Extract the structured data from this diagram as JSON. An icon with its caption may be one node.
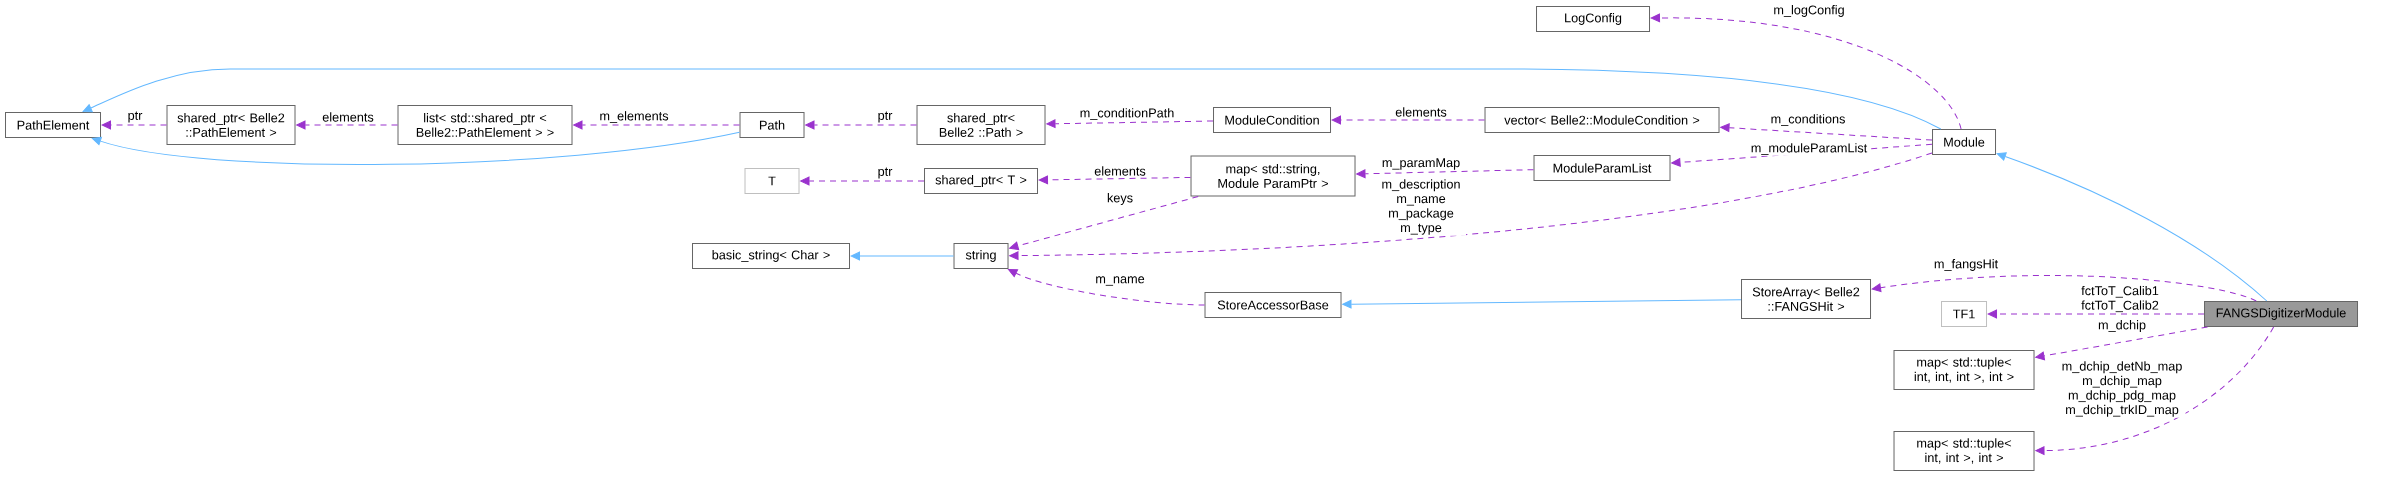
{
  "diagram": {
    "nodes": [
      {
        "text": [
          "PathElement"
        ]
      },
      {
        "text": [
          "shared_ptr< Belle2 ::PathElement >"
        ]
      },
      {
        "text": [
          "list< std::shared_ptr < Belle2::PathElement > >"
        ]
      },
      {
        "text": [
          "Path"
        ]
      },
      {
        "text": [
          "shared_ptr< Belle2 ::Path >"
        ]
      },
      {
        "text": [
          "ModuleCondition"
        ]
      },
      {
        "text": [
          "vector< Belle2::ModuleCondition >"
        ]
      },
      {
        "text": [
          "LogConfig"
        ]
      },
      {
        "text": [
          "Module"
        ]
      },
      {
        "text": [
          "T"
        ]
      },
      {
        "text": [
          "shared_ptr< T >"
        ]
      },
      {
        "text": [
          "map< std::string, Module ParamPtr >"
        ]
      },
      {
        "text": [
          "ModuleParamList"
        ]
      },
      {
        "text": [
          "basic_string< Char >"
        ]
      },
      {
        "text": [
          "string"
        ]
      },
      {
        "text": [
          "StoreAccessorBase"
        ]
      },
      {
        "text": [
          "StoreArray< Belle2 ::FANGSHit >"
        ]
      },
      {
        "text": [
          "TF1"
        ]
      },
      {
        "text": [
          "FANGSDigitizerModule"
        ]
      },
      {
        "text": [
          "map< std::tuple< int, int, int >, int >"
        ]
      },
      {
        "text": [
          "map< std::tuple< int, int >, int >"
        ]
      }
    ],
    "edges": [
      {
        "from": 3,
        "to": 0,
        "arrow": "to",
        "color": "#63b8ff"
      },
      {
        "from": 8,
        "to": 0,
        "arrow": "to",
        "color": "#63b8ff"
      },
      {
        "from": 1,
        "to": 0,
        "arrow": "to",
        "style": "dashed",
        "label": "ptr"
      },
      {
        "from": 2,
        "to": 1,
        "arrow": "to",
        "style": "dashed",
        "label": "elements"
      },
      {
        "from": 3,
        "to": 2,
        "arrow": "to",
        "style": "dashed",
        "label": "m_elements"
      },
      {
        "from": 4,
        "to": 3,
        "arrow": "to",
        "style": "dashed",
        "label": "ptr"
      },
      {
        "from": 5,
        "to": 4,
        "arrow": "to",
        "style": "dashed",
        "label": "m_conditionPath"
      },
      {
        "from": 6,
        "to": 5,
        "arrow": "to",
        "style": "dashed",
        "label": "elements"
      },
      {
        "from": 8,
        "to": 6,
        "arrow": "to",
        "style": "dashed",
        "label": "m_conditions"
      },
      {
        "from": 8,
        "to": 7,
        "arrow": "to",
        "style": "dashed",
        "label": "m_logConfig"
      },
      {
        "from": 10,
        "to": 9,
        "arrow": "to",
        "style": "dashed",
        "label": "ptr"
      },
      {
        "from": 11,
        "to": 10,
        "arrow": "to",
        "style": "dashed",
        "label": "elements"
      },
      {
        "from": 12,
        "to": 11,
        "arrow": "to",
        "style": "dashed",
        "label": "m_paramMap"
      },
      {
        "from": 8,
        "to": 12,
        "arrow": "to",
        "style": "dashed",
        "label": "m_moduleParamList"
      },
      {
        "from": 11,
        "to": 14,
        "arrow": "to",
        "style": "dashed",
        "label": "keys"
      },
      {
        "from": 8,
        "to": 14,
        "arrow": "to",
        "style": "dashed",
        "label": "m_description m_name m_package m_type"
      },
      {
        "from": 15,
        "to": 14,
        "arrow": "to",
        "style": "dashed",
        "label": "m_name"
      },
      {
        "from": 14,
        "to": 13,
        "arrow": "to",
        "color": "#63b8ff"
      },
      {
        "from": 16,
        "to": 15,
        "arrow": "to",
        "color": "#63b8ff"
      },
      {
        "from": 18,
        "to": 8,
        "arrow": "to",
        "color": "#63b8ff"
      },
      {
        "from": 18,
        "to": 16,
        "arrow": "to",
        "style": "dashed",
        "label": "m_fangsHit"
      },
      {
        "from": 18,
        "to": 17,
        "arrow": "to",
        "style": "dashed",
        "label": "fctToT_Calib1 fctToT_Calib2"
      },
      {
        "from": 18,
        "to": 19,
        "arrow": "to",
        "style": "dashed",
        "label": "m_dchip"
      },
      {
        "from": 18,
        "to": 20,
        "arrow": "to",
        "style": "dashed",
        "label": "m_dchip_detNb_map m_dchip_map m_dchip_pdg_map m_dchip_trkID_map"
      }
    ]
  }
}
